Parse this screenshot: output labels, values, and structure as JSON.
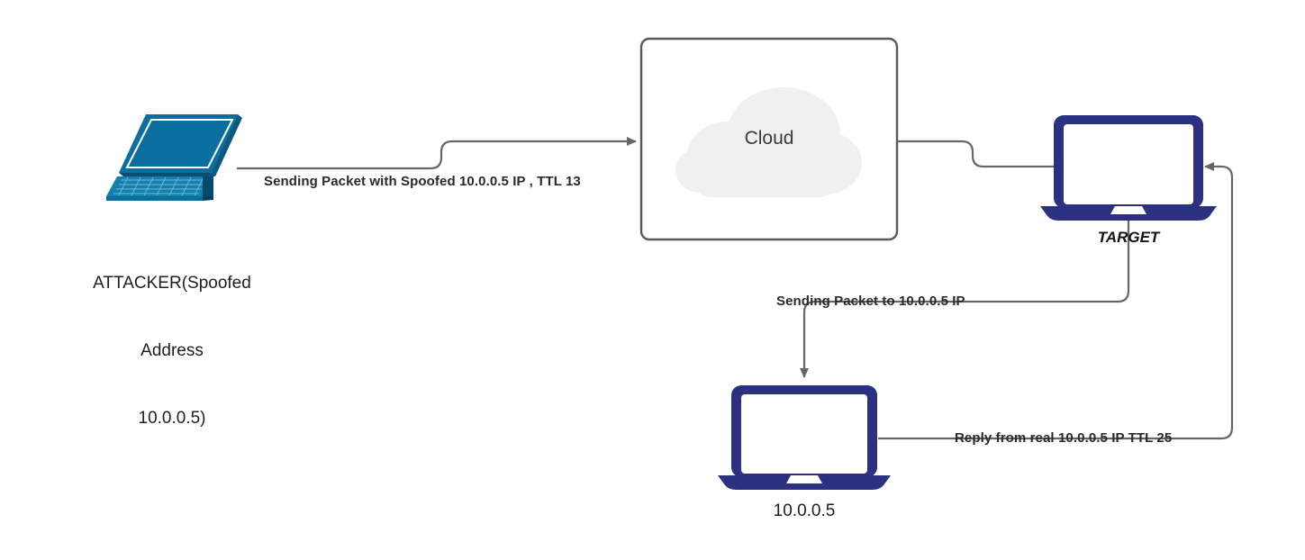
{
  "diagram": {
    "title_text_present": false,
    "background_color": "#ffffff",
    "wire_color": "#666666",
    "colors": {
      "attacker_device": "#0b6ea0",
      "target_device": "#2b3180",
      "victim_device": "#2b3180",
      "cloud_fill": "#f0f0f0",
      "box_border": "#595959",
      "wire": "#666666",
      "text": "#1f1f1f"
    }
  },
  "nodes": {
    "attacker": {
      "label_line1": "ATTACKER(Spoofed",
      "label_line2": "Address",
      "label_line3": "10.0.0.5)",
      "icon": "laptop-3d-icon"
    },
    "cloud": {
      "label": "Cloud",
      "icon": "cloud-icon"
    },
    "target": {
      "label": "TARGET",
      "icon": "laptop-front-icon"
    },
    "victim": {
      "label": "10.0.0.5",
      "icon": "laptop-front-icon"
    }
  },
  "edges": {
    "attacker_to_cloud": {
      "label": "Sending Packet with Spoofed 10.0.0.5 IP , TTL 13",
      "has_arrow": true,
      "direction": "right"
    },
    "cloud_to_target": {
      "label": "",
      "has_arrow": false,
      "direction": "right"
    },
    "target_to_victim": {
      "label": "Sending Packet to 10.0.0.5 IP",
      "has_arrow": true,
      "direction": "down"
    },
    "victim_to_target": {
      "label": "Reply from real 10.0.0.5 IP TTL 25",
      "has_arrow": true,
      "direction": "left"
    }
  }
}
